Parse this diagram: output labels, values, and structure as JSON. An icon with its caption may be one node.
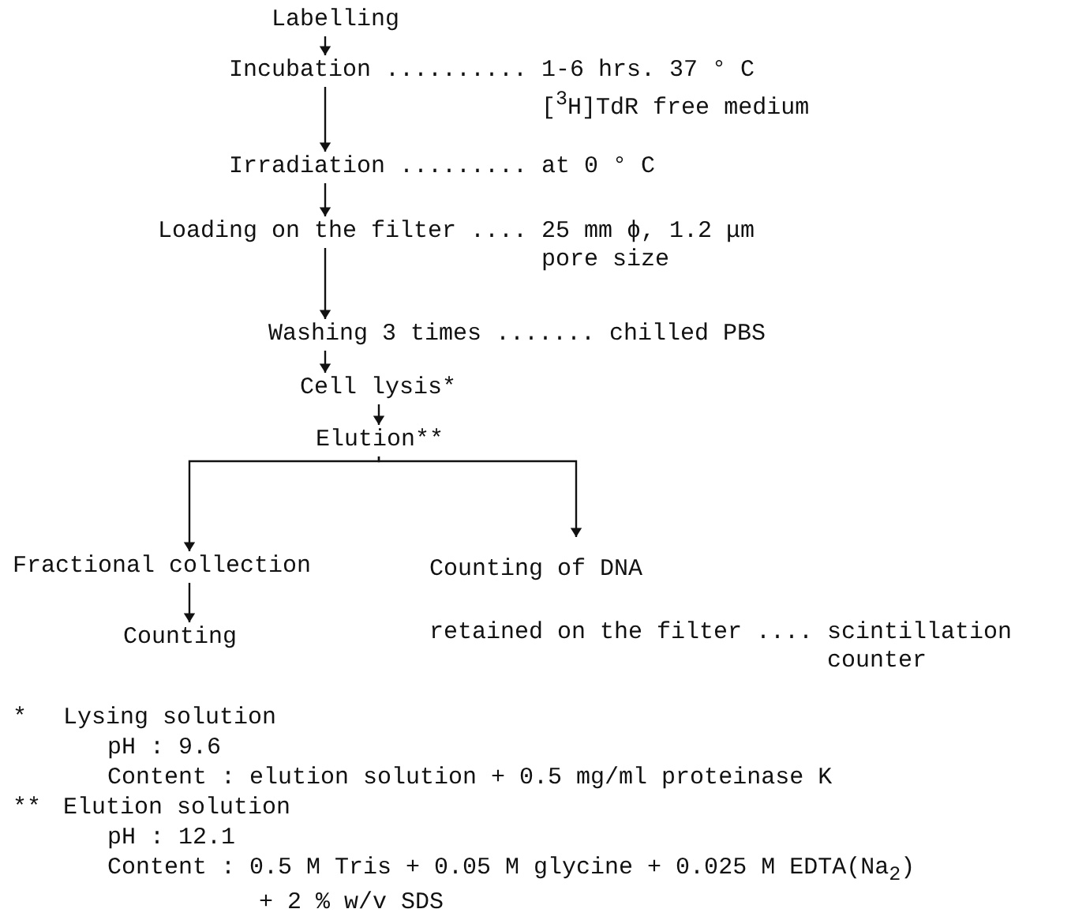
{
  "diagram": {
    "nodes": [
      {
        "text": [
          "Labelling"
        ]
      },
      {
        "text": [
          "Incubation"
        ],
        "beside": [
          ".......... 1-6 hrs. 37 ° C [$^{3}$H]TdR free medium"
        ]
      },
      {
        "text": [
          "Irradiation"
        ],
        "beside": [
          "......... at 0 ° C"
        ]
      },
      {
        "text": [
          "Loading on the filter"
        ],
        "beside": [
          ".... 25 mm ϕ, 1.2 μm pore size"
        ]
      },
      {
        "text": [
          "Washing 3 times"
        ],
        "beside": [
          "....... chilled PBS"
        ]
      },
      {
        "text": [
          "Cell lysis*"
        ]
      },
      {
        "text": [
          "Elution**"
        ]
      },
      {
        "text": [
          "Fractional collection"
        ]
      },
      {
        "text": [
          "Counting of DNA retained on the filter"
        ],
        "beside": [
          ".... scintillation counter"
        ]
      },
      {
        "text": [
          "Counting"
        ]
      }
    ],
    "edges": [
      {
        "from": 0,
        "to": 1,
        "arrow": "to"
      },
      {
        "from": 1,
        "to": 2,
        "arrow": "to"
      },
      {
        "from": 2,
        "to": 3,
        "arrow": "to"
      },
      {
        "from": 3,
        "to": 4,
        "arrow": "to"
      },
      {
        "from": 4,
        "to": 5,
        "arrow": "to"
      },
      {
        "from": 5,
        "to": 6,
        "arrow": "to"
      },
      {
        "from": 6,
        "to": 7,
        "arrow": "to"
      },
      {
        "from": 6,
        "to": 8,
        "arrow": "to"
      },
      {
        "from": 7,
        "to": 9,
        "arrow": "to"
      }
    ],
    "labels": [
      "*",
      "Lysing solution",
      "pH : 9.6",
      "Content : elution solution + 0.5 mg/ml proteinase K",
      "**",
      "Elution solution",
      "pH : 12.1",
      "Content : 0.5 M Tris + 0.05 M glycine + 0.025 M EDTA(Na$_{2}$) + 2 % w/v SDS"
    ]
  }
}
